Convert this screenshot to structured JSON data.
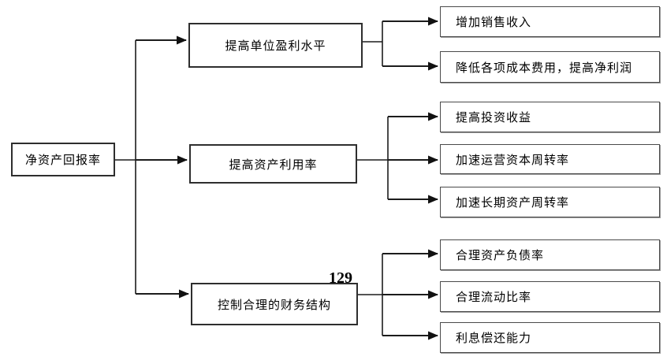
{
  "page_number": "129",
  "diagram": {
    "root": {
      "label": "净资产回报率"
    },
    "branches": [
      {
        "label": "提高单位盈利水平",
        "children": [
          {
            "label": "增加销售收入"
          },
          {
            "label": "降低各项成本费用，提高净利润"
          }
        ]
      },
      {
        "label": "提高资产利用率",
        "children": [
          {
            "label": "提高投资收益"
          },
          {
            "label": "加速运营资本周转率"
          },
          {
            "label": "加速长期资产周转率"
          }
        ]
      },
      {
        "label": "控制合理的财务结构",
        "children": [
          {
            "label": "合理资产负债率"
          },
          {
            "label": "合理流动比率"
          },
          {
            "label": "利息偿还能力"
          }
        ]
      }
    ],
    "colors": {
      "line": "#1c1c1c",
      "box_border": "#2e2e2e",
      "background": "#ffffff",
      "text": "#000000"
    }
  }
}
